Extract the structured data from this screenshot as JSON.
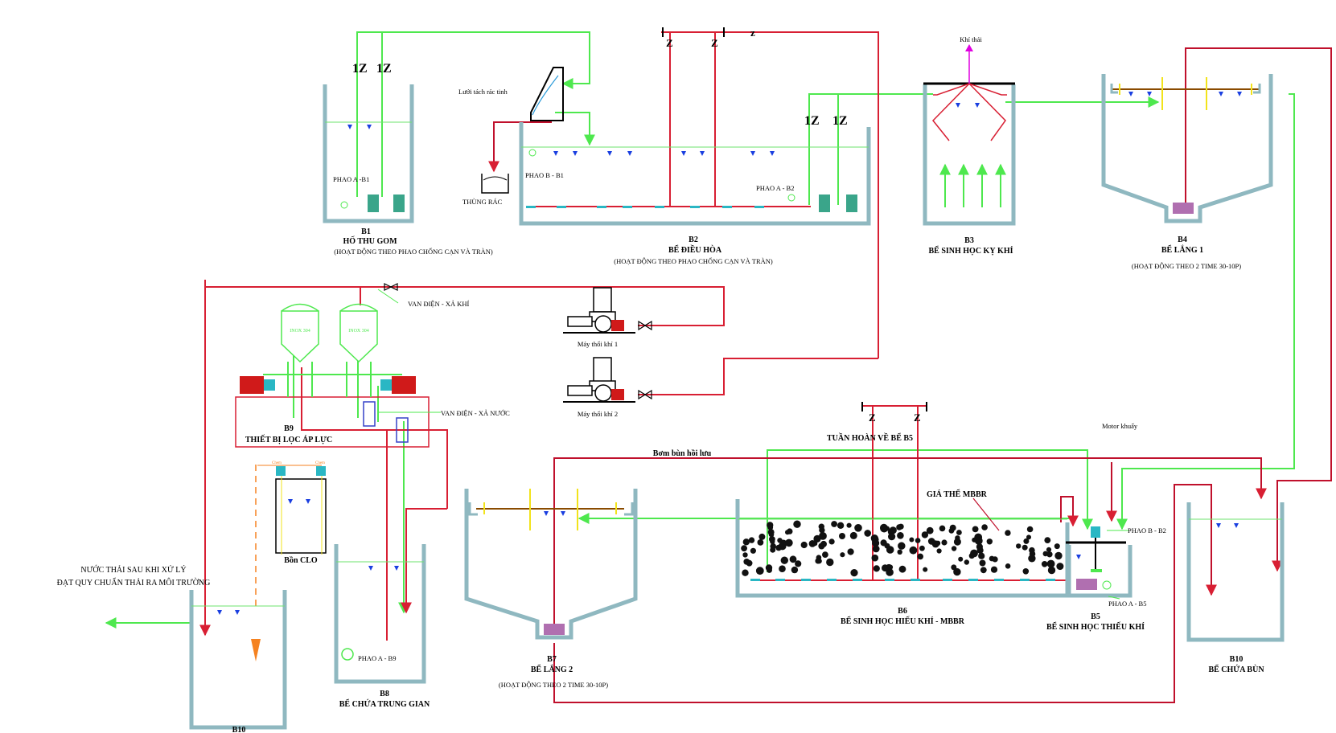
{
  "colors": {
    "tank_wall": "#8fb8c0",
    "water_pipe": "#4ee84e",
    "air_pipe": "#d81f33",
    "sludge_pipe": "#c0102c",
    "weir": "#f2e31b",
    "discharge_arrow": "#f58220",
    "vent_arrow": "#e000e0",
    "pump": "#3aa58a",
    "blower_motor": "#d01a1a"
  },
  "tanks": {
    "b1": {
      "code": "B1",
      "name": "HỐ THU GOM",
      "note": "(HOẠT ĐỘNG THEO PHAO CHỐNG CẠN VÀ TRÀN)",
      "float_label": "PHAO A -B1"
    },
    "b2": {
      "code": "B2",
      "name": "BỂ ĐIỀU HÒA",
      "note": "(HOẠT ĐỘNG THEO PHAO CHỐNG CẠN VÀ TRÀN)",
      "float_b_label": "PHAO B - B1",
      "float_a_label": "PHAO A - B2"
    },
    "b3": {
      "code": "B3",
      "name": "BỂ SINH HỌC KỴ KHÍ",
      "vent_label": "Khí thải"
    },
    "b4": {
      "code": "B4",
      "name": "BỂ LẮNG 1",
      "note": "(HOẠT ĐỘNG THEO 2 TIME 30-10P)"
    },
    "b5": {
      "code": "B5",
      "name": "BỂ SINH HỌC THIẾU KHÍ",
      "float_b_label": "PHAO B - B2",
      "float_a_label": "PHAO A - B5",
      "motor_label": "Motor khuấy"
    },
    "b6": {
      "code": "B6",
      "name": "BỂ SINH HỌC HIẾU KHÍ - MBBR",
      "media_label": "GIÁ THỂ MBBR",
      "recirc_label": "TUẦN HOÀN VỀ BỂ B5",
      "return_sludge_label": "Bơm bùn hồi lưu"
    },
    "b7": {
      "code": "B7",
      "name": "BỂ LẮNG 2",
      "note": "(HOẠT ĐỘNG THEO 2 TIME 30-10P)"
    },
    "b8": {
      "code": "B8",
      "name": "BỂ CHỨA TRUNG GIAN",
      "float_label": "PHAO A - B9"
    },
    "b9": {
      "code": "B9",
      "name": "THIẾT BỊ LỌC ÁP LỰC",
      "vessel_tag": "INOX 304",
      "valve_air_label": "VAN ĐIỆN - XẢ KHÍ",
      "valve_water_label": "VAN ĐIỆN - XẢ NƯỚC"
    },
    "b10_sludge": {
      "code": "B10",
      "name": "BỂ CHỨA BÙN"
    },
    "b10_out": {
      "code": "B10"
    }
  },
  "equipment": {
    "screen_label": "Lưới tách rác tinh",
    "trash_label": "THÙNG RÁC",
    "blower_1": "Máy thổi khí 1",
    "blower_2": "Máy thổi khí 2",
    "chlorine_tank": "Bồn CLO",
    "dosing_tag": "Chem"
  },
  "discharge": {
    "line1": "NƯỚC THẢI SAU KHI XỬ LÝ",
    "line2": "ĐẠT QUY CHUẨN THẢI RA MÔI TRƯỜNG"
  }
}
